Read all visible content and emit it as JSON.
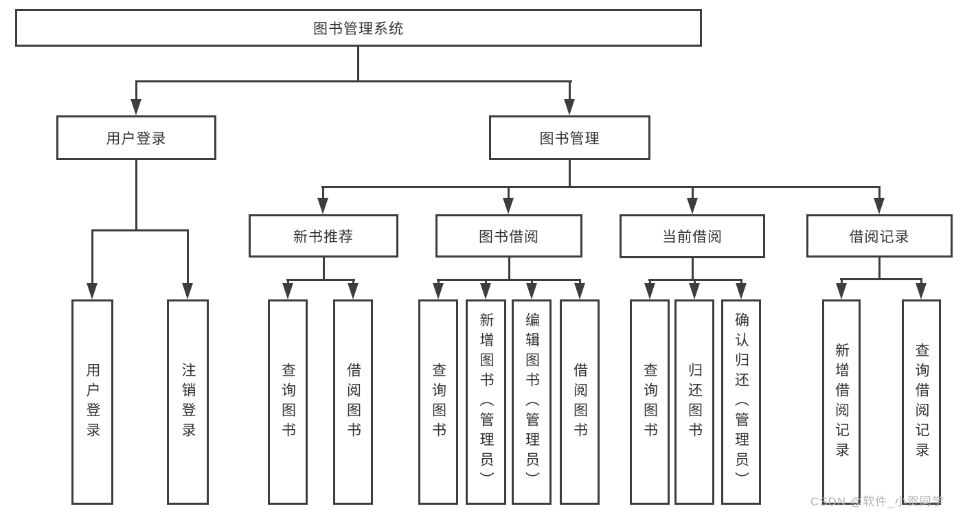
{
  "diagram": {
    "root": {
      "label": "图书管理系统"
    },
    "branches": [
      {
        "label": "用户登录",
        "children": [
          {
            "label": "用户登录"
          },
          {
            "label": "注销登录"
          }
        ]
      },
      {
        "label": "图书管理",
        "children": [
          {
            "label": "新书推荐",
            "children": [
              {
                "label": "查询图书"
              },
              {
                "label": "借阅图书"
              }
            ]
          },
          {
            "label": "图书借阅",
            "children": [
              {
                "label": "查询图书"
              },
              {
                "label": "新增图书（管理员）"
              },
              {
                "label": "编辑图书（管理员）"
              },
              {
                "label": "借阅图书"
              }
            ]
          },
          {
            "label": "当前借阅",
            "children": [
              {
                "label": "查询图书"
              },
              {
                "label": "归还图书"
              },
              {
                "label": "确认归还（管理员）"
              }
            ]
          },
          {
            "label": "借阅记录",
            "children": [
              {
                "label": "新增借阅记录"
              },
              {
                "label": "查询借阅记录"
              }
            ]
          }
        ]
      }
    ]
  },
  "watermark": {
    "text": "CSDN @软件_小贺同学"
  },
  "colors": {
    "line": "#3d3d3d",
    "text": "#333333",
    "watermark": "#b3b3b3",
    "background": "#ffffff"
  }
}
